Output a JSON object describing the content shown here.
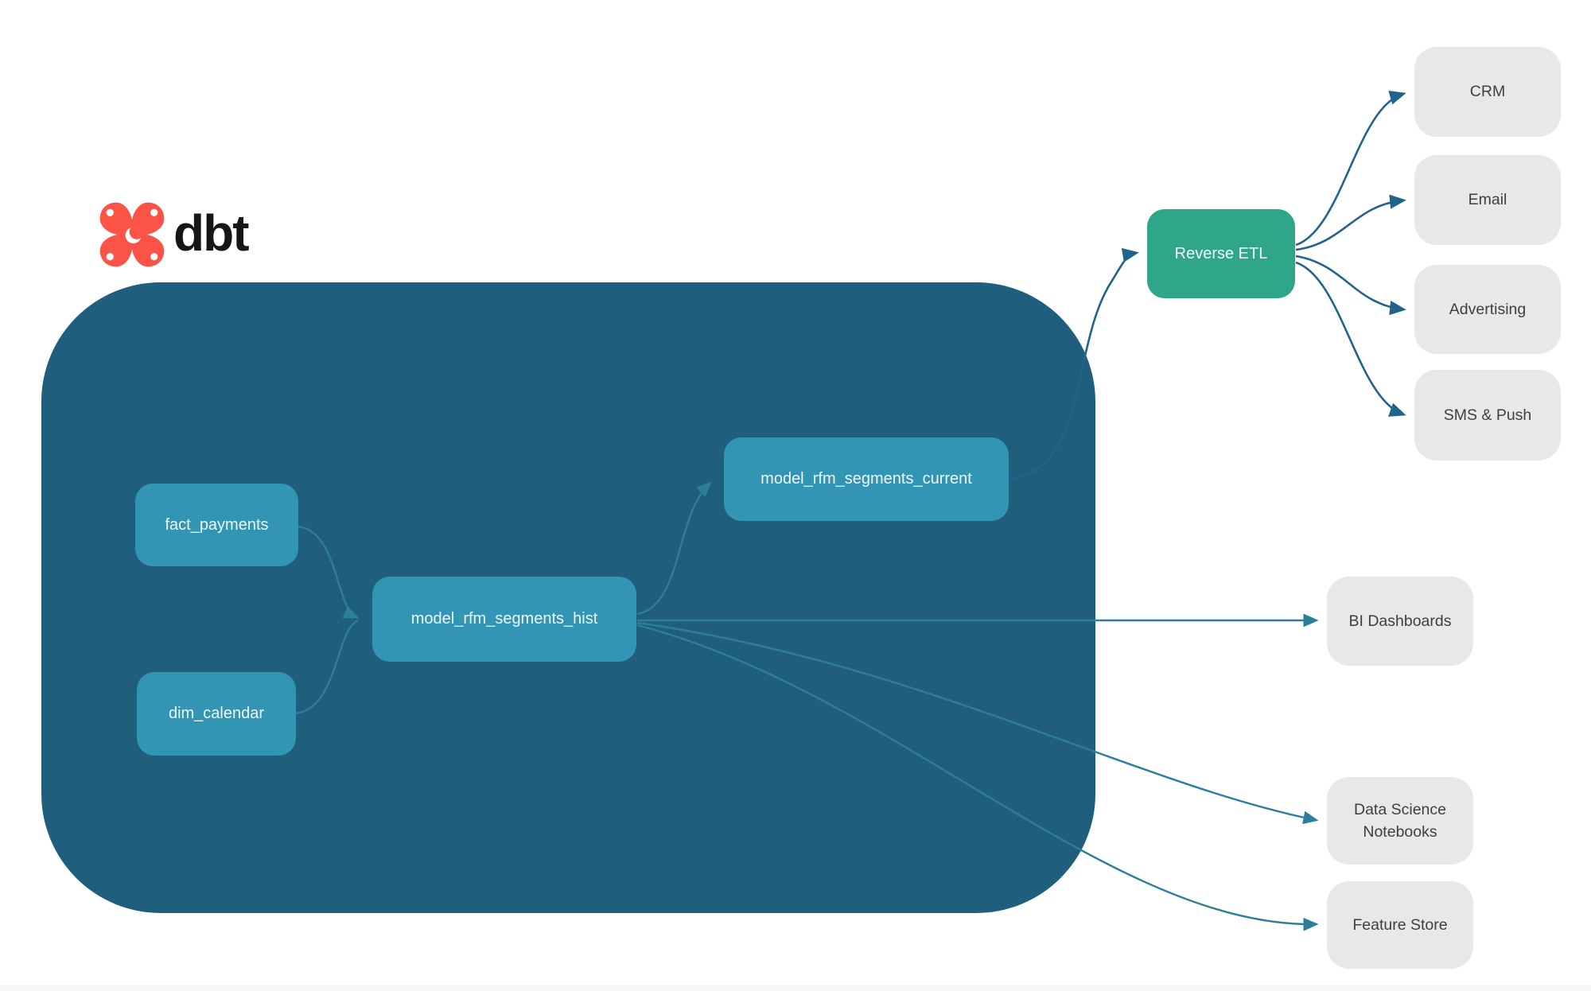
{
  "logo": {
    "brand": "dbt",
    "icon": "dbt-fox-star-icon"
  },
  "colors": {
    "background": "#ffffff",
    "warehouse_container": "#1f5e7c",
    "model_box": "#3195b3",
    "reverse_etl_box": "#2fa68a",
    "destination_box": "#e8e8e8",
    "destination_text": "#3f3f3f",
    "edge": "#2d7e9b",
    "edge_dark": "#20648a",
    "logo_orange": "#fb5346",
    "logo_text": "#161616"
  },
  "nodes": {
    "fact_payments": {
      "label": "fact_payments",
      "group": "warehouse"
    },
    "dim_calendar": {
      "label": "dim_calendar",
      "group": "warehouse"
    },
    "model_rfm_segments_hist": {
      "label": "model_rfm_segments_hist",
      "group": "warehouse"
    },
    "model_rfm_segments_current": {
      "label": "model_rfm_segments_current",
      "group": "warehouse"
    },
    "reverse_etl": {
      "label": "Reverse ETL",
      "group": "tool"
    },
    "crm": {
      "label": "CRM",
      "group": "destination"
    },
    "email": {
      "label": "Email",
      "group": "destination"
    },
    "advertising": {
      "label": "Advertising",
      "group": "destination"
    },
    "sms_push": {
      "label": "SMS & Push",
      "group": "destination"
    },
    "bi_dashboards": {
      "label": "BI Dashboards",
      "group": "destination"
    },
    "data_science_notebooks": {
      "label": "Data Science Notebooks",
      "group": "destination"
    },
    "feature_store": {
      "label": "Feature Store",
      "group": "destination"
    }
  },
  "edges": [
    {
      "from": "fact_payments",
      "to": "model_rfm_segments_hist"
    },
    {
      "from": "dim_calendar",
      "to": "model_rfm_segments_hist"
    },
    {
      "from": "model_rfm_segments_hist",
      "to": "model_rfm_segments_current"
    },
    {
      "from": "model_rfm_segments_hist",
      "to": "bi_dashboards"
    },
    {
      "from": "model_rfm_segments_hist",
      "to": "data_science_notebooks"
    },
    {
      "from": "model_rfm_segments_hist",
      "to": "feature_store"
    },
    {
      "from": "model_rfm_segments_current",
      "to": "reverse_etl"
    },
    {
      "from": "reverse_etl",
      "to": "crm"
    },
    {
      "from": "reverse_etl",
      "to": "email"
    },
    {
      "from": "reverse_etl",
      "to": "advertising"
    },
    {
      "from": "reverse_etl",
      "to": "sms_push"
    }
  ]
}
